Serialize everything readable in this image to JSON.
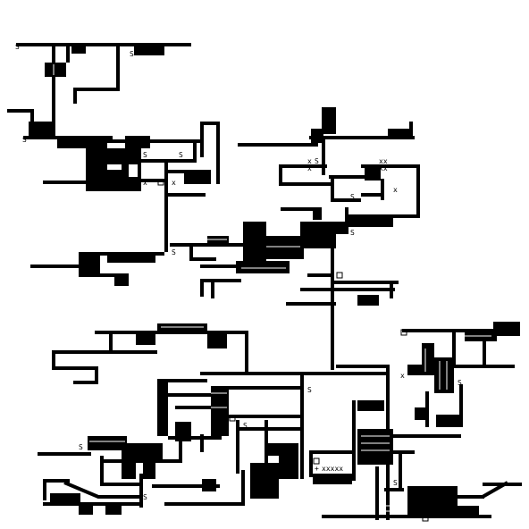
{
  "map": {
    "title": "",
    "colors": {
      "wall": "#000000",
      "floor": "#ffffff",
      "marker": "#000000"
    },
    "legend": {
      "s_marker": "S",
      "x_marker": "X",
      "box_marker": "square"
    },
    "marker_texts": {
      "s": "S",
      "x": "x",
      "xx": "xx",
      "xxxxx": "xxxxx",
      "plus": "+"
    }
  }
}
